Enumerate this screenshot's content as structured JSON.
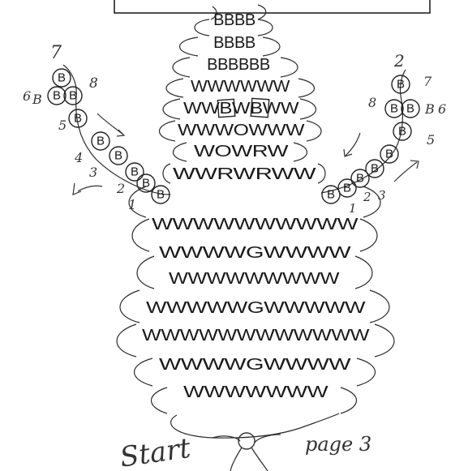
{
  "rows": [
    "BBBB",
    "BBBB",
    "BBBBBB",
    "WWWWWW",
    "WWBWBWW",
    "WWWOWWW",
    "WOWRW",
    "WWRWRWW",
    "WWWWWWWWWW",
    "WWWWGWWWW",
    "WWWWWWWWW",
    "WWWWWGWWWWW",
    "WWWWWWWWWWWW",
    "WWWWGWWWW",
    "WWWWWWW"
  ],
  "left_arm": {
    "beads": [
      "B",
      "B",
      "B",
      "B",
      "B",
      "B",
      "B",
      "B",
      "B"
    ],
    "numbers": [
      "7",
      "6",
      "8",
      "5",
      "4",
      "3",
      "2",
      "1"
    ],
    "side_mark": "B"
  },
  "right_arm": {
    "beads": [
      "B",
      "B",
      "B",
      "B",
      "B",
      "B",
      "B",
      "B",
      "B"
    ],
    "numbers": [
      "2",
      "7",
      "8",
      "6",
      "5",
      "3",
      "2",
      "1"
    ],
    "side_mark": "B"
  },
  "labels": {
    "start": "Start",
    "page": "page 3"
  }
}
